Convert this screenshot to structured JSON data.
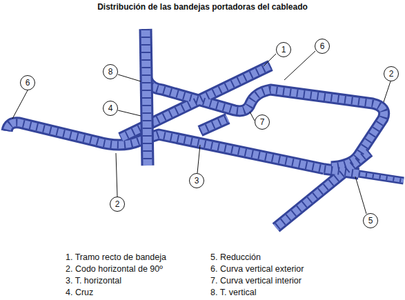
{
  "diagram": {
    "title": "Distribución de las bandejas portadoras del cableado",
    "nodes": [
      {
        "text": [
          "6"
        ]
      },
      {
        "text": [
          "1"
        ]
      },
      {
        "text": [
          "8"
        ]
      },
      {
        "text": [
          "2"
        ]
      },
      {
        "text": [
          "6"
        ]
      },
      {
        "text": [
          "4"
        ]
      },
      {
        "text": [
          "7"
        ]
      },
      {
        "text": [
          "3"
        ]
      },
      {
        "text": [
          "2"
        ]
      },
      {
        "text": [
          "5"
        ]
      }
    ],
    "labels": [
      "1. Tramo recto de bandeja",
      "2. Codo horizontal de 90º",
      "3. T. horizontal",
      "4. Cruz",
      "5. Reducción",
      "6. Curva vertical exterior",
      "7. Curva vertical interior",
      "8. T. vertical"
    ]
  }
}
